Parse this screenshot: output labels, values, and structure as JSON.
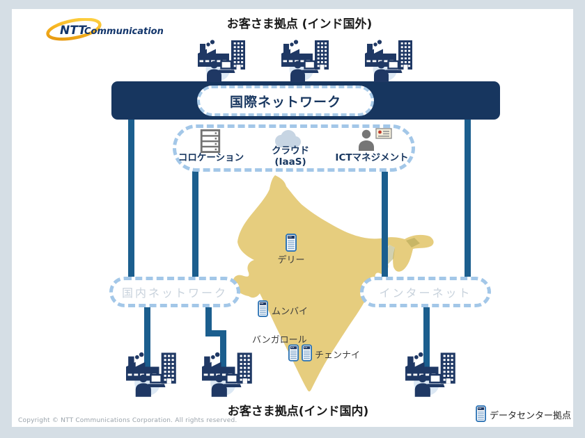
{
  "slide": {
    "top_title": "お客さま拠点 (インド国外)",
    "bottom_title": "お客さま拠点(インド国内)",
    "copyright": "Copyright © NTT Communications Corporation. All rights reserved."
  },
  "logo": {
    "ntt": "NTT",
    "communications": "Communications"
  },
  "nodes": {
    "international_network": "国際ネットワーク",
    "domestic_network": "国内ネットワーク",
    "internet": "インターネット"
  },
  "services": {
    "colocation": "コロケーション",
    "cloud_line1": "クラウド",
    "cloud_line2": "(IaaS)",
    "ict_management": "ICTマネジメント"
  },
  "map": {
    "cities": {
      "delhi": "デリー",
      "mumbai": "ムンバイ",
      "bangalore": "バンガロール",
      "chennai": "チェンナイ"
    }
  },
  "legend": {
    "datacenter": "データセンター拠点"
  },
  "colors": {
    "banner_navy": "#17365f",
    "icon_navy": "#1f3864",
    "connector_blue": "#1b5e8e",
    "dash_light_blue": "#a3c7e8",
    "map_tan": "#e6cd7e",
    "pale_label": "#c8d2dc",
    "site_circle": "#dce8f4"
  }
}
